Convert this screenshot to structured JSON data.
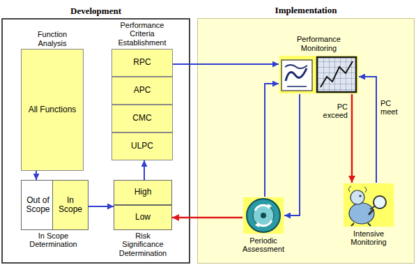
{
  "diagram": {
    "nodes": [
      {
        "text": [
          "Development"
        ]
      },
      {
        "text": [
          "Function Analysis",
          "All Functions"
        ],
        "in": 0
      },
      {
        "text": [
          "Performance Criteria Establishment"
        ],
        "in": 0
      },
      {
        "text": [
          "RPC"
        ],
        "in": 2
      },
      {
        "text": [
          "APC"
        ],
        "in": 2
      },
      {
        "text": [
          "CMC"
        ],
        "in": 2
      },
      {
        "text": [
          "ULPC"
        ],
        "in": 2
      },
      {
        "text": [
          "In Scope Determination"
        ],
        "in": 0
      },
      {
        "text": [
          "Out of Scope"
        ],
        "in": 7
      },
      {
        "text": [
          "In Scope"
        ],
        "in": 7
      },
      {
        "text": [
          "Risk Significance Determination"
        ],
        "in": 0
      },
      {
        "text": [
          "High"
        ],
        "in": 10
      },
      {
        "text": [
          "Low"
        ],
        "in": 10
      },
      {
        "text": [
          "Implementation"
        ]
      },
      {
        "text": [
          "Performance Monitoring"
        ],
        "in": 13
      },
      {
        "text": [
          "Periodic Assessment"
        ],
        "in": 13
      },
      {
        "text": [
          "Intensive Monitoring"
        ],
        "in": 13
      }
    ],
    "edges": [
      {
        "from": 1,
        "to": 7,
        "arrow": "to"
      },
      {
        "from": 9,
        "to": 10,
        "arrow": "to"
      },
      {
        "from": 11,
        "to": 2,
        "arrow": "to"
      },
      {
        "from": 3,
        "to": 14,
        "arrow": "to"
      },
      {
        "from": 14,
        "to": 16,
        "arrow": "to",
        "label": "PC exceed"
      },
      {
        "from": 16,
        "to": 14,
        "arrow": "to",
        "label": "PC meet"
      },
      {
        "from": 15,
        "to": 14,
        "arrow": "to"
      },
      {
        "from": 14,
        "to": 15,
        "arrow": "to"
      },
      {
        "from": 15,
        "to": 12,
        "arrow": "to"
      }
    ]
  }
}
